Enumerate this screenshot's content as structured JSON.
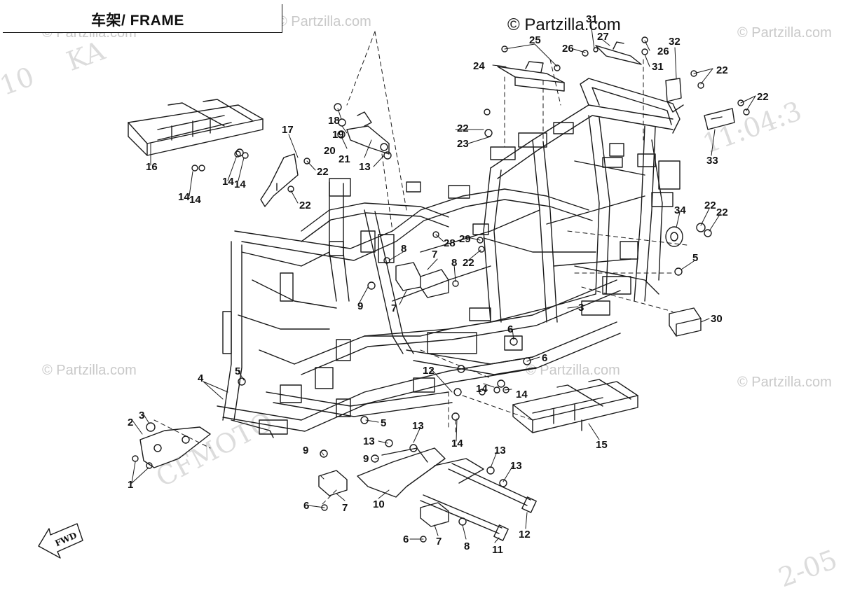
{
  "header": {
    "title": "车架/ FRAME"
  },
  "copyright": "© Partzilla.com",
  "watermarks": {
    "partzilla": "© Partzilla.com",
    "vendor": "CFMOTO",
    "date_fragment_right": "11:04:3",
    "date_fragment_bottom": "2-05",
    "ka": "KA",
    "ten": "10"
  },
  "fwd_label": "FWD",
  "callouts": {
    "c1": "1",
    "c2": "2",
    "c3": "3",
    "c3b": "3",
    "c4": "4",
    "c5a": "5",
    "c5b": "5",
    "c5c": "5",
    "c6a": "6",
    "c6b": "6",
    "c6c": "6",
    "c6d": "6",
    "c7a": "7",
    "c7b": "7",
    "c7c": "7",
    "c7d": "7",
    "c8a": "8",
    "c8b": "8",
    "c8c": "8",
    "c9a": "9",
    "c9b": "9",
    "c9c": "9",
    "c10": "10",
    "c11": "11",
    "c12a": "12",
    "c12b": "12",
    "c13a": "13",
    "c13b": "13",
    "c13c": "13",
    "c13d": "13",
    "c13e": "13",
    "c14a": "14",
    "c14b": "14",
    "c14c": "14",
    "c14d": "14",
    "c14e": "14",
    "c14f": "14",
    "c14g": "14",
    "c15": "15",
    "c16": "16",
    "c17": "17",
    "c18": "18",
    "c19": "19",
    "c20": "20",
    "c21": "21",
    "c22a": "22",
    "c22b": "22",
    "c22c": "22",
    "c22d": "22",
    "c22e": "22",
    "c22f": "22",
    "c22g": "22",
    "c22h": "22",
    "c23": "23",
    "c24": "24",
    "c25": "25",
    "c26a": "26",
    "c26b": "26",
    "c27": "27",
    "c28": "28",
    "c29": "29",
    "c30": "30",
    "c31a": "31",
    "c31b": "31",
    "c32": "32",
    "c33": "33",
    "c34": "34"
  }
}
